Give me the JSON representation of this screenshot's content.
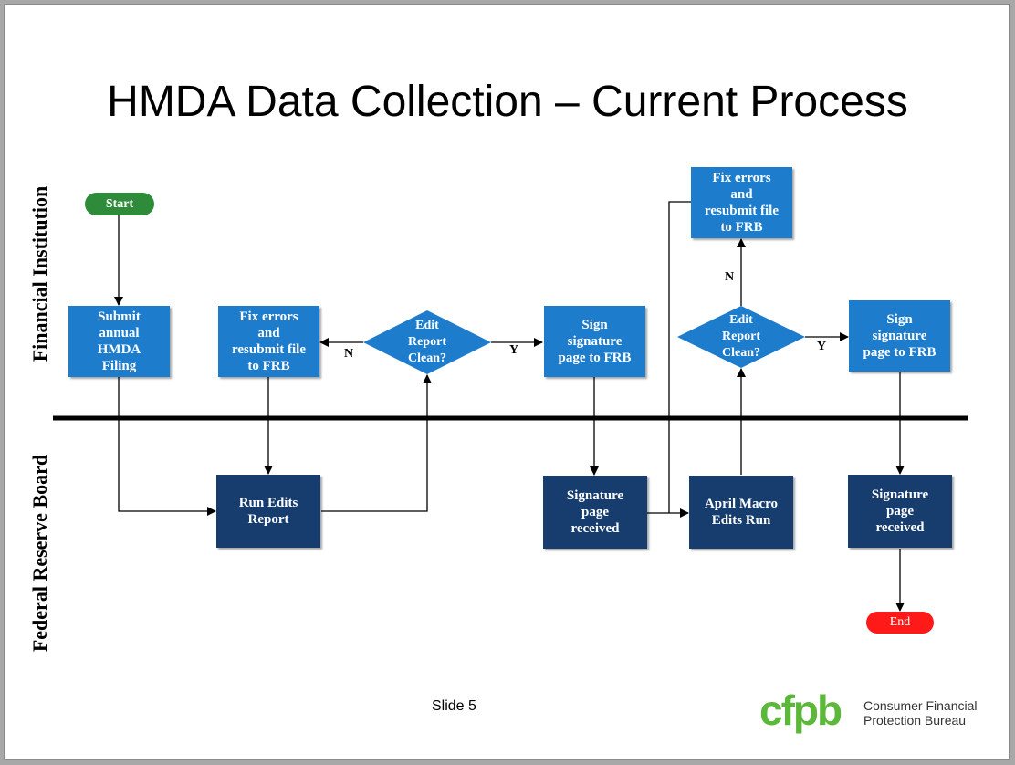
{
  "slide": {
    "title": "HMDA Data Collection – Current Process",
    "slide_number": "Slide 5"
  },
  "lanes": {
    "top": "Financial Institution",
    "bottom": "Federal Reserve Board"
  },
  "nodes": {
    "start": "Start",
    "end": "End",
    "submit": "Submit\nannual\nHMDA\nFiling",
    "fix1": "Fix errors\nand\nresubmit file\nto FRB",
    "edit1": "Edit\nReport\nClean?",
    "sign1": "Sign\nsignature\npage to FRB",
    "fix2": "Fix errors\nand\nresubmit file\nto FRB",
    "edit2": "Edit\nReport\nClean?",
    "sign2": "Sign\nsignature\npage to FRB",
    "run_edits": "Run Edits\nReport",
    "sig_received1": "Signature\npage\nreceived",
    "april_macro": "April Macro\nEdits Run",
    "sig_received2": "Signature\npage\nreceived"
  },
  "edge_labels": {
    "edit1_no": "N",
    "edit1_yes": "Y",
    "edit2_no": "N",
    "edit2_yes": "Y"
  },
  "logo": {
    "mark": "cfpb",
    "name": "Consumer Financial\nProtection Bureau"
  },
  "colors": {
    "process_light": "#1e7ccc",
    "process_dark": "#163d6e",
    "start": "#2e8b3a",
    "end": "#ff1a1a",
    "logo": "#5cb83a"
  }
}
